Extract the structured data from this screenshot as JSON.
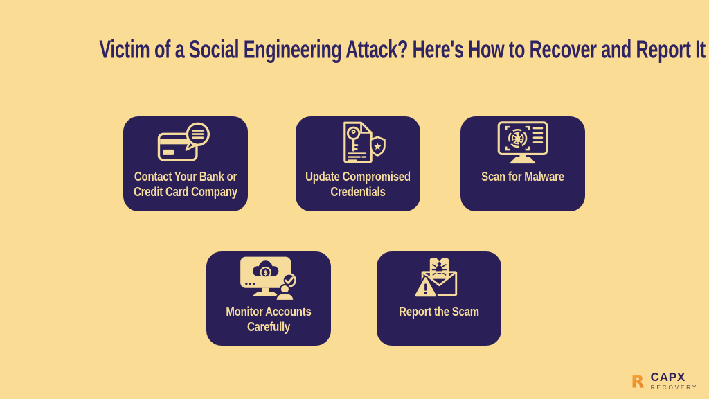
{
  "title": "Victim of a Social Engineering Attack? Here's How to Recover and Report It",
  "colors": {
    "background": "#FBDC95",
    "card": "#2A2057",
    "card_text": "#F6DC9C",
    "title_text": "#2F2463",
    "logo_orange": "#F39C2E",
    "logo_navy": "#2A2057",
    "logo_gray": "#57525C"
  },
  "cards": [
    {
      "label": "Contact Your Bank or Credit Card Company",
      "icon": "credit-card-chat-icon"
    },
    {
      "label": "Update Compromised Credentials",
      "icon": "credential-document-icon"
    },
    {
      "label": "Scan for Malware",
      "icon": "malware-scan-monitor-icon"
    },
    {
      "label": "Monitor Accounts Carefully",
      "icon": "account-monitoring-icon"
    },
    {
      "label": "Report the Scam",
      "icon": "report-scam-envelope-icon"
    }
  ],
  "logo": {
    "name": "CAPX",
    "subtitle": "RECOVERY",
    "mark": "R"
  }
}
